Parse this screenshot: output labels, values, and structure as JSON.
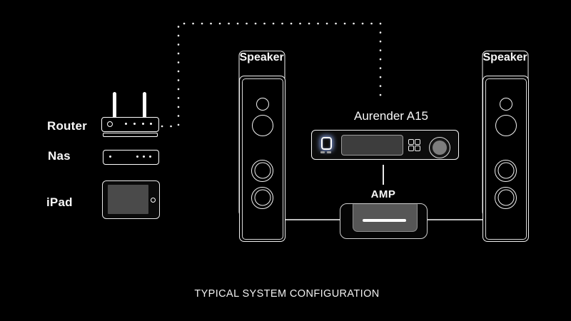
{
  "title": {
    "text": "TYPICAL SYSTEM CONFIGURATION"
  },
  "labels": {
    "router": "Router",
    "nas": "Nas",
    "ipad": "iPad",
    "speaker_left": "Speaker",
    "speaker_right": "Speaker",
    "aurender": "Aurender A15",
    "amp": "AMP"
  },
  "colors": {
    "background": "#000000",
    "line": "#ffffff",
    "glow_accent": "#9fbdf2",
    "display_fill": "#3d3d3d",
    "amp_panel_fill": "#565656",
    "ipad_screen_fill": "#4a4a4a"
  }
}
